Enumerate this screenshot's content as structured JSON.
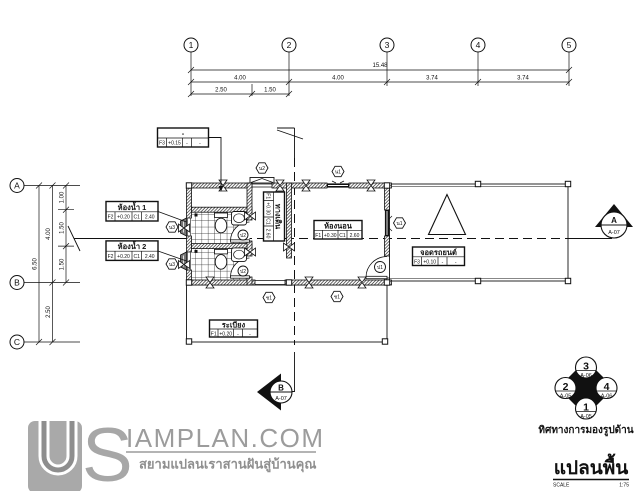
{
  "sheet": {
    "title": "แปลนพื้น",
    "scale_label": "SCALE",
    "scale_value": "1:75",
    "view_caption": "ทิศทางการมองรูปด้าน"
  },
  "grid": {
    "columns": [
      "1",
      "2",
      "3",
      "4",
      "5"
    ],
    "rows": [
      "A",
      "B",
      "C"
    ]
  },
  "dimensions": {
    "top": {
      "total": "15.48",
      "segments": [
        "4.00",
        "4.00",
        "3.74",
        "3.74"
      ],
      "sub_segments": [
        "2.50",
        "1.50"
      ]
    },
    "left": {
      "total": "6.50",
      "segments": [
        "4.00",
        "2.50"
      ],
      "sub_segments": [
        "1.00",
        "1.50",
        "1.50"
      ]
    }
  },
  "rooms": {
    "landing": {
      "name": "-",
      "floor": "F3",
      "level": "+0.15",
      "ceiling": "-",
      "height": "-"
    },
    "bathroom1": {
      "name": "ห้องน้ำ 1",
      "floor": "F2",
      "level": "+0.20",
      "ceiling": "C1",
      "height": "2.40"
    },
    "bathroom2": {
      "name": "ห้องน้ำ 2",
      "floor": "F2",
      "level": "+0.20",
      "ceiling": "C1",
      "height": "2.40"
    },
    "hallway": {
      "name": "ทางเดิน",
      "floor": "F1",
      "level": "+0.30",
      "ceiling": "C1",
      "height": "2.60"
    },
    "bedroom": {
      "name": "ห้องนอน",
      "floor": "F1",
      "level": "+0.30",
      "ceiling": "C1",
      "height": "2.60"
    },
    "terrace": {
      "name": "ระเบียง",
      "floor": "F1",
      "level": "+0.20",
      "ceiling": "-",
      "height": "-"
    },
    "carport": {
      "name": "จอดรถยนต์",
      "floor": "F3",
      "level": "+0.10",
      "ceiling": "-",
      "height": "-"
    }
  },
  "tags": {
    "window_hall_top": "น2",
    "window_bedroom_top": "น1",
    "window_bedroom_right": "น1",
    "window_bathroom1": "น3",
    "window_bathroom2": "น3",
    "door_bathroom1": "ป2",
    "door_bathroom2": "ป2",
    "door_bedroom": "ป1",
    "opening_terrace1": "ช1",
    "opening_terrace2": "ช1"
  },
  "section_markers": {
    "a": {
      "label": "A",
      "sheet": "A-07"
    },
    "b": {
      "label": "B",
      "sheet": "A-07"
    }
  },
  "elevation_compass": {
    "north": {
      "num": "3",
      "sheet": "A-06"
    },
    "west": {
      "num": "2",
      "sheet": "A-05"
    },
    "east": {
      "num": "4",
      "sheet": "A-06"
    },
    "south": {
      "num": "1",
      "sheet": "A-05"
    }
  },
  "watermark": {
    "brand_s": "S",
    "brand_rest": "IAMPLAN.COM",
    "tagline": "สยามแปลนเราสานฝันสู่บ้านคุณ"
  },
  "colors": {
    "ink": "#111111",
    "watermark_gray": "#9c9c9c"
  }
}
